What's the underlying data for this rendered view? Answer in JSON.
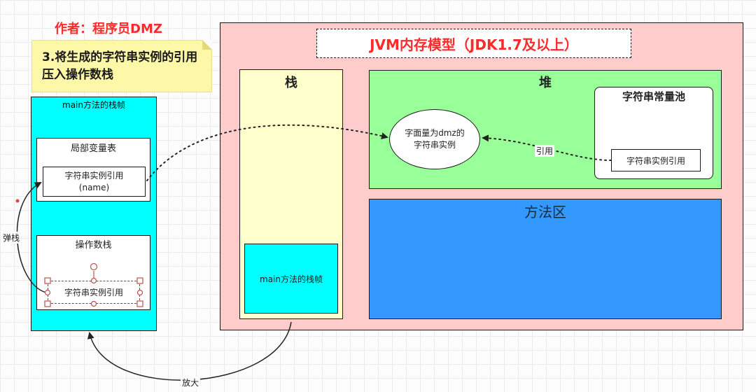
{
  "author": "作者：程序员DMZ",
  "note": "3.将生成的字符串实例的引用压入操作数栈",
  "left_frame": {
    "title": "main方法的栈帧",
    "local_var_table": {
      "title": "局部变量表",
      "ref_line1": "字符串实例引用",
      "ref_line2": "(name)"
    },
    "operand_stack": {
      "title": "操作数栈",
      "item": "字符串实例引用"
    }
  },
  "jvm": {
    "title": "JVM内存模型（JDK1.7及以上）",
    "stack": {
      "title": "栈",
      "frame": "main方法的栈帧"
    },
    "heap": {
      "title": "堆",
      "literal_line1": "字面量为dmz的",
      "literal_line2": "字符串实例",
      "string_pool": {
        "title": "字符串常量池",
        "ref": "字符串实例引用"
      }
    },
    "method_area": {
      "title": "方法区"
    }
  },
  "labels": {
    "reference": "引用",
    "pop": "弹栈",
    "zoom": "放大"
  },
  "colors": {
    "frame": "#00ffff",
    "jvm_bg": "#ffcccc",
    "stack_bg": "#ffffcc",
    "heap_bg": "#99ff99",
    "method_area_bg": "#3399ff",
    "note_bg": "#fdf8a8",
    "accent_red": "#ff2a2a"
  }
}
